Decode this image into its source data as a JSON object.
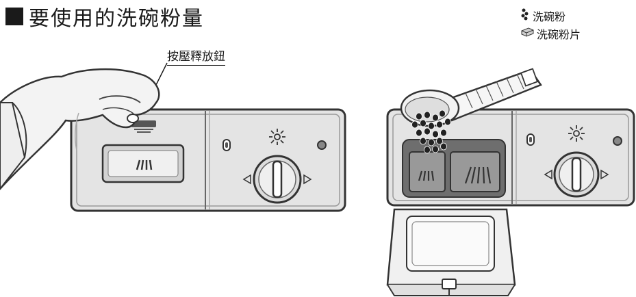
{
  "title": "要使用的洗碗粉量",
  "callout": {
    "release_button": "按壓釋放鈕"
  },
  "legend": [
    {
      "label": "洗碗粉",
      "icon": "detergent-powder-icon"
    },
    {
      "label": "洗碗粉片",
      "icon": "detergent-tablet-icon"
    }
  ],
  "colors": {
    "panel": "#e4e4e4",
    "panel_stroke": "#333333",
    "compartment_dark": "#777777",
    "powder": "#222222",
    "skin": "#f3f3f3"
  }
}
